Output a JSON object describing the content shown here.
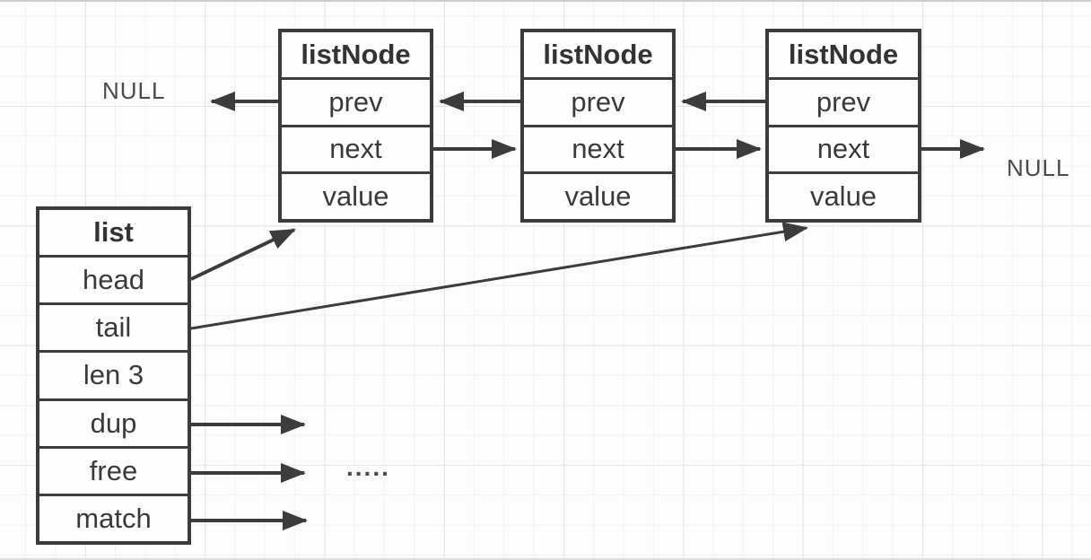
{
  "nodes": [
    {
      "title": "listNode",
      "fields": [
        "prev",
        "next",
        "value"
      ]
    },
    {
      "title": "listNode",
      "fields": [
        "prev",
        "next",
        "value"
      ]
    },
    {
      "title": "listNode",
      "fields": [
        "prev",
        "next",
        "value"
      ]
    }
  ],
  "list": {
    "title": "list",
    "fields": [
      "head",
      "tail",
      "len 3",
      "dup",
      "free",
      "match"
    ]
  },
  "labels": {
    "null_left": "NULL",
    "null_right": "NULL",
    "ellipsis": "....."
  },
  "colors": {
    "line": "#3c3c3c",
    "text": "#3a3a3a",
    "box_fill": "#fefefe",
    "background": "#fdfdfd"
  }
}
